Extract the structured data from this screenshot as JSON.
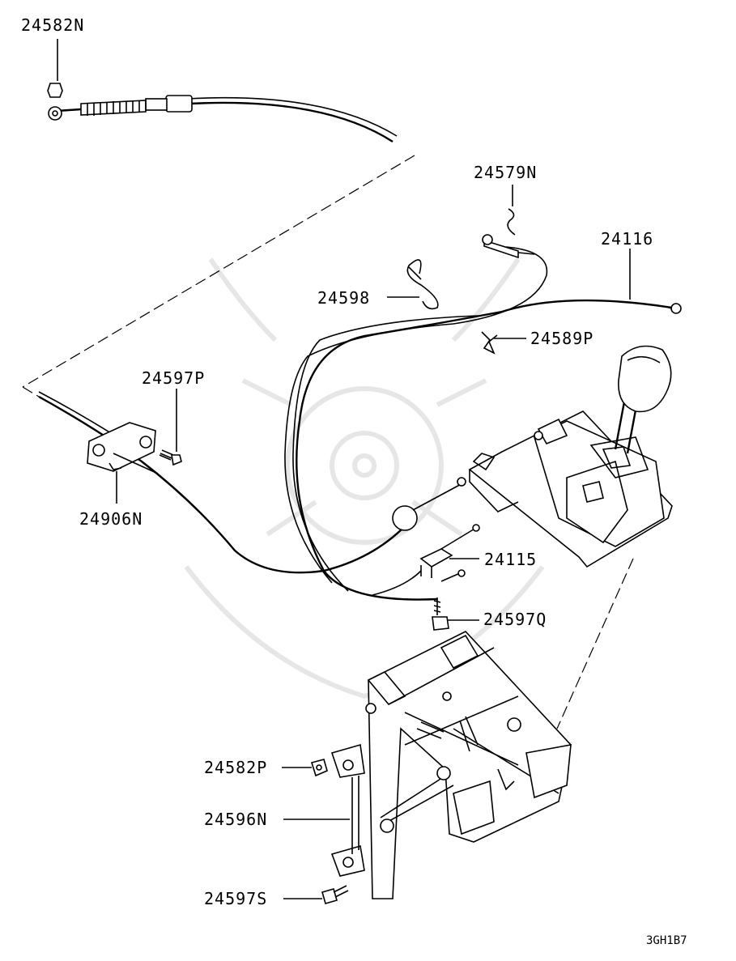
{
  "labels": [
    {
      "id": "24582N",
      "text": "24582N"
    },
    {
      "id": "24579N",
      "text": "24579N"
    },
    {
      "id": "24116",
      "text": "24116"
    },
    {
      "id": "24598",
      "text": "24598"
    },
    {
      "id": "24589P",
      "text": "24589P"
    },
    {
      "id": "24597P",
      "text": "24597P"
    },
    {
      "id": "24906N",
      "text": "24906N"
    },
    {
      "id": "24115",
      "text": "24115"
    },
    {
      "id": "24597Q",
      "text": "24597Q"
    },
    {
      "id": "24582P",
      "text": "24582P"
    },
    {
      "id": "24596N",
      "text": "24596N"
    },
    {
      "id": "24597S",
      "text": "24597S"
    }
  ],
  "diagram_code": "3GH1B7"
}
